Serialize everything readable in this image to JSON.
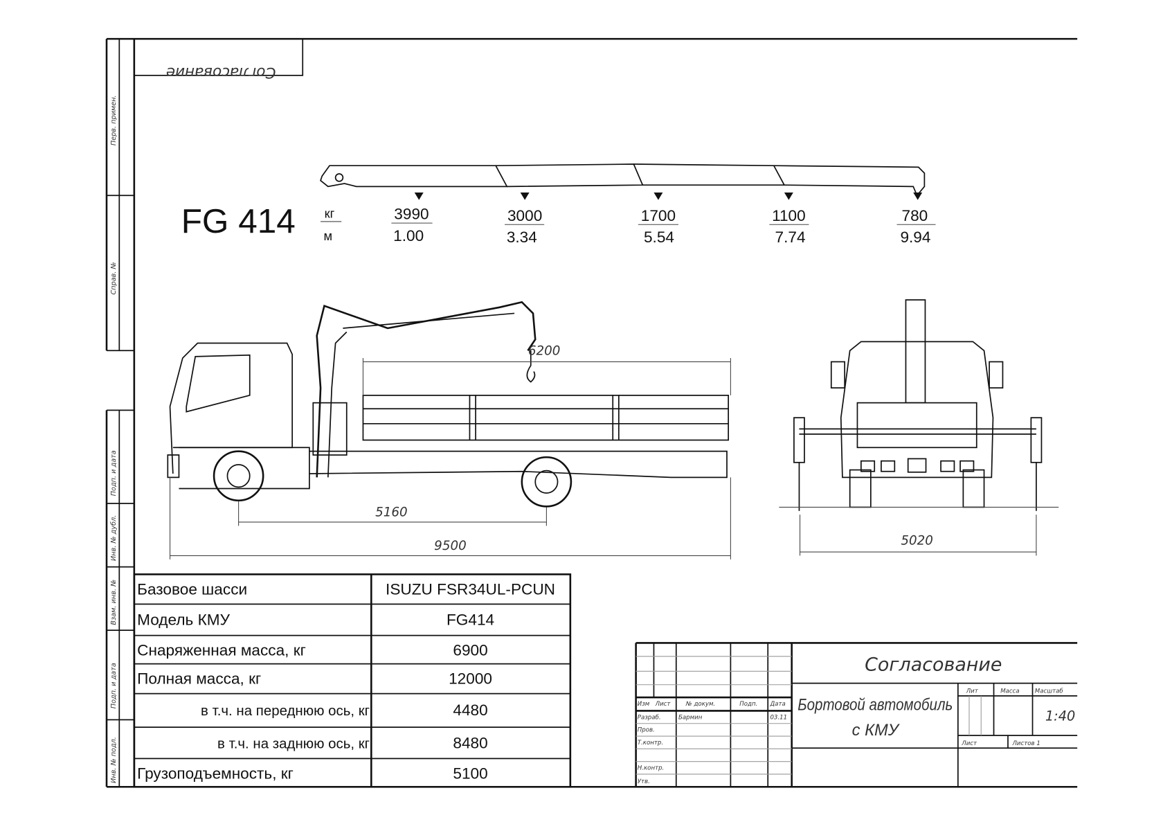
{
  "header": {
    "stamp_mirrored": "Согласование",
    "model_title": "FG 414"
  },
  "load_chart": {
    "unit_kg": "кг",
    "unit_m": "м",
    "points": [
      {
        "kg": "3990",
        "m": "1.00"
      },
      {
        "kg": "3000",
        "m": "3.34"
      },
      {
        "kg": "1700",
        "m": "5.54"
      },
      {
        "kg": "1100",
        "m": "7.74"
      },
      {
        "kg": "780",
        "m": "9.94"
      }
    ]
  },
  "dimensions": {
    "wheelbase": "5160",
    "overall_length": "9500",
    "body_length": "6200",
    "outrigger_span": "5020"
  },
  "spec_table": {
    "rows": [
      {
        "label": "Базовое шасси",
        "value": "ISUZU FSR34UL-PCUN"
      },
      {
        "label": "Модель КМУ",
        "value": "FG414"
      },
      {
        "label": "Снаряженная масса, кг",
        "value": "6900"
      },
      {
        "label": "Полная масса, кг",
        "value": "12000"
      },
      {
        "label": "в т.ч. на переднюю ось, кг",
        "value": "4480"
      },
      {
        "label": "в т.ч. на заднюю ось, кг",
        "value": "8480"
      },
      {
        "label": "Грузоподъемность, кг",
        "value": "5100"
      }
    ]
  },
  "side_strip": {
    "labels": [
      "Перв. примен.",
      "Справ. №",
      "Подп. и дата",
      "Инв. № дубл.",
      "Взам. инв. №",
      "Подп. и дата",
      "Инв. № подл."
    ]
  },
  "title_block": {
    "heading": "Согласование",
    "name_line1": "Бортовой автомобиль",
    "name_line2": "с КМУ",
    "col_izm": "Изм",
    "col_list": "Лист",
    "col_doc": "№ докум.",
    "col_sign": "Подп.",
    "col_date": "Дата",
    "role_dev": "Разраб.",
    "dev_name": "Бармин",
    "dev_date": "03.11",
    "role_check": "Пров.",
    "role_tcontr": "Т.контр.",
    "role_ncontr": "Н.контр.",
    "role_approve": "Утв.",
    "lit": "Лит",
    "mass": "Масса",
    "scale": "Масштаб",
    "scale_value": "1:40",
    "sheet": "Лист",
    "sheets": "Листов 1"
  }
}
